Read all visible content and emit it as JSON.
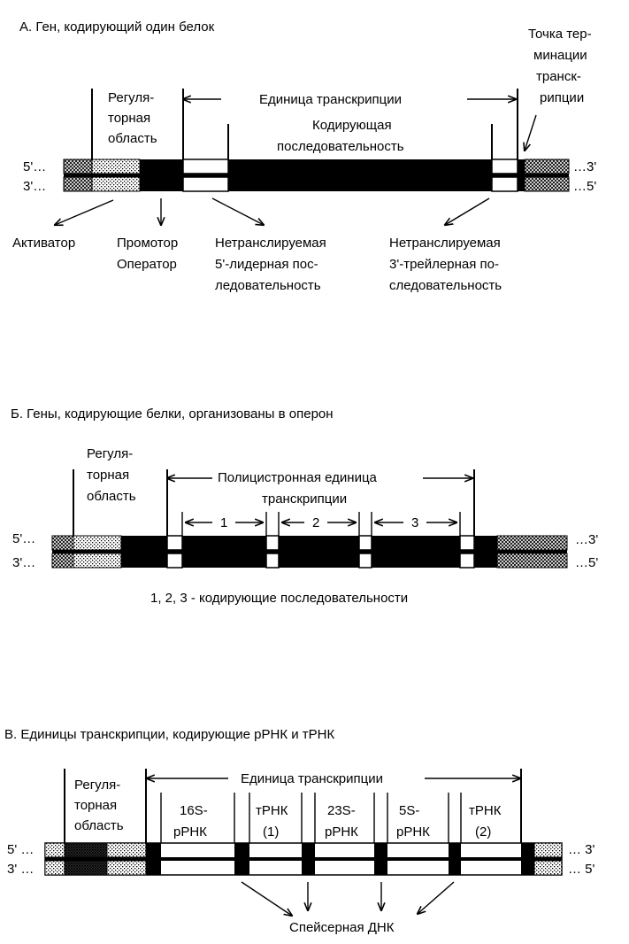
{
  "sectionA": {
    "title": "А. Ген, кодирующий один белок",
    "termination": [
      "Точка тер-",
      "минации",
      "транск-",
      "рипции"
    ],
    "regulatory": [
      "Регуля-",
      "торная",
      "область"
    ],
    "unit": "Единица транскрипции",
    "coding": [
      "Кодирующая",
      "последовательность"
    ],
    "end5": "5'…",
    "end3": "3'…",
    "end3r": "…3'",
    "end5r": "…5'",
    "activator": "Активатор",
    "promoter": [
      "Промотор",
      "Оператор"
    ],
    "leader": [
      "Нетранслируемая",
      "5'-лидерная пос-",
      "ледовательность"
    ],
    "trailer": [
      "Нетранслируемая",
      "3'-трейлерная по-",
      "следовательность"
    ]
  },
  "sectionB": {
    "title": "Б. Гены, кодирующие белки, организованы в оперон",
    "regulatory": [
      "Регуля-",
      "торная",
      "область"
    ],
    "unit": [
      "Полицистронная единица",
      "транскрипции"
    ],
    "genes": [
      "1",
      "2",
      "3"
    ],
    "end5": "5'…",
    "end3": "3'…",
    "end3r": "…3'",
    "end5r": "…5'",
    "caption": "1, 2, 3 - кодирующие последовательности"
  },
  "sectionC": {
    "title": "В. Единицы транскрипции, кодирующие рРНК и тРНК",
    "regulatory": [
      "Регуля-",
      "торная",
      "область"
    ],
    "unit": "Единица транскрипции",
    "genes": [
      [
        "16S-",
        "рРНК"
      ],
      [
        "тРНК",
        "(1)"
      ],
      [
        "23S-",
        "рРНК"
      ],
      [
        "5S-",
        "рРНК"
      ],
      [
        "тРНК",
        "(2)"
      ]
    ],
    "end5": "5' …",
    "end3": "3' …",
    "end3r": "… 3'",
    "end5r": "… 5'",
    "spacer": "Спейсерная ДНК"
  }
}
